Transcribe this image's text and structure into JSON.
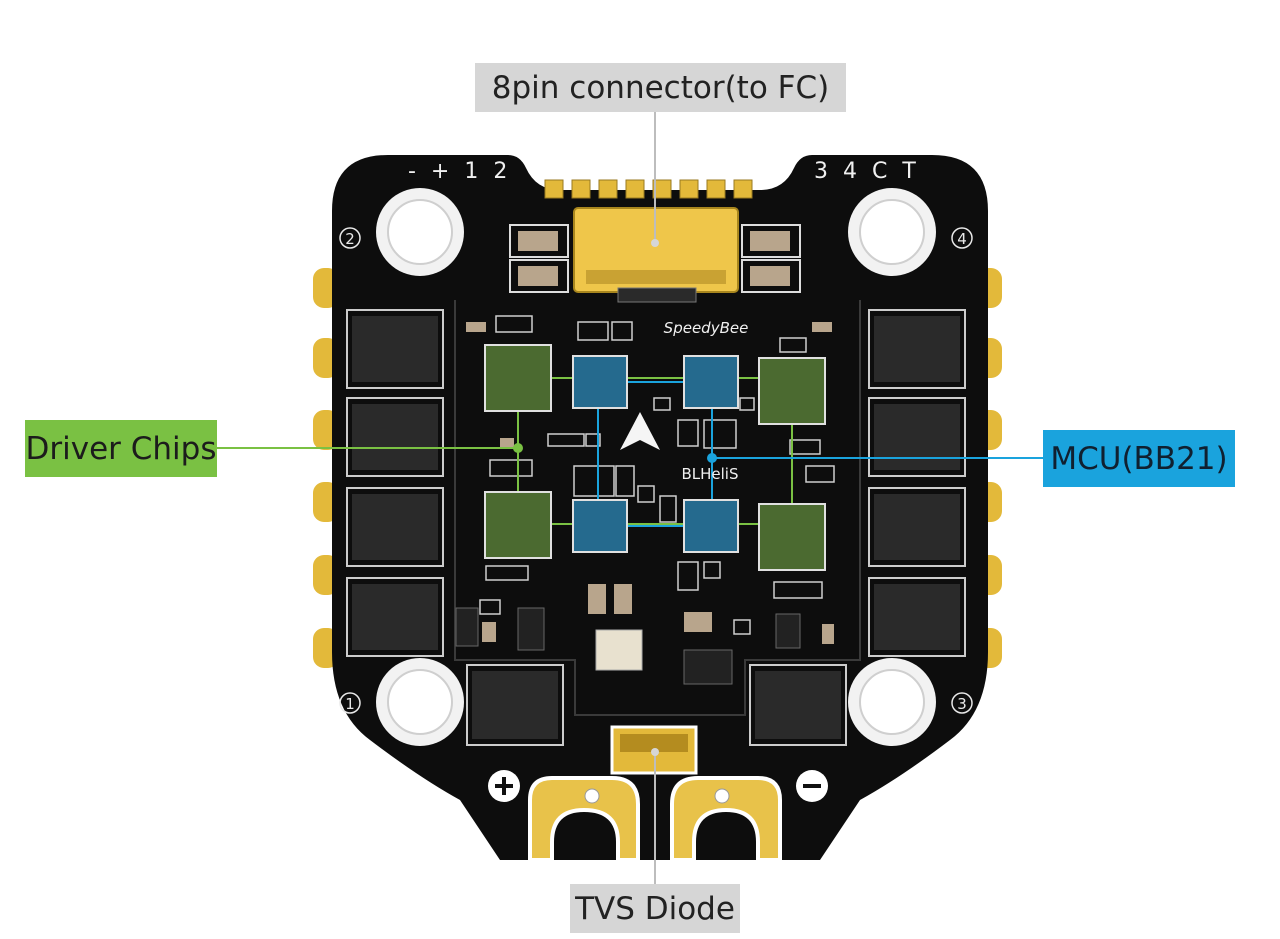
{
  "labels": {
    "connector": "8pin connector(to FC)",
    "driver": "Driver Chips",
    "mcu": "MCU(BB21)",
    "tvs": "TVS Diode"
  },
  "board": {
    "pins_left": "- + 1 2",
    "pins_right": "3 4 C T",
    "brand": "SpeedyBee",
    "firmware": "BLHeliS",
    "mount_holes": [
      "1",
      "2",
      "3",
      "4"
    ],
    "plus_symbol": "+",
    "minus_symbol": "−"
  },
  "colors": {
    "board": "#0d0d0d",
    "gold": "#e3b93a",
    "driver_chip": "#4b6a30",
    "mcu_chip": "#256a8e",
    "driver_label": "#7ac143",
    "mcu_label": "#1aa3dd",
    "gray_label": "#d6d6d6"
  },
  "icons": [
    "arrow-logo-icon",
    "plus-icon",
    "minus-icon"
  ]
}
